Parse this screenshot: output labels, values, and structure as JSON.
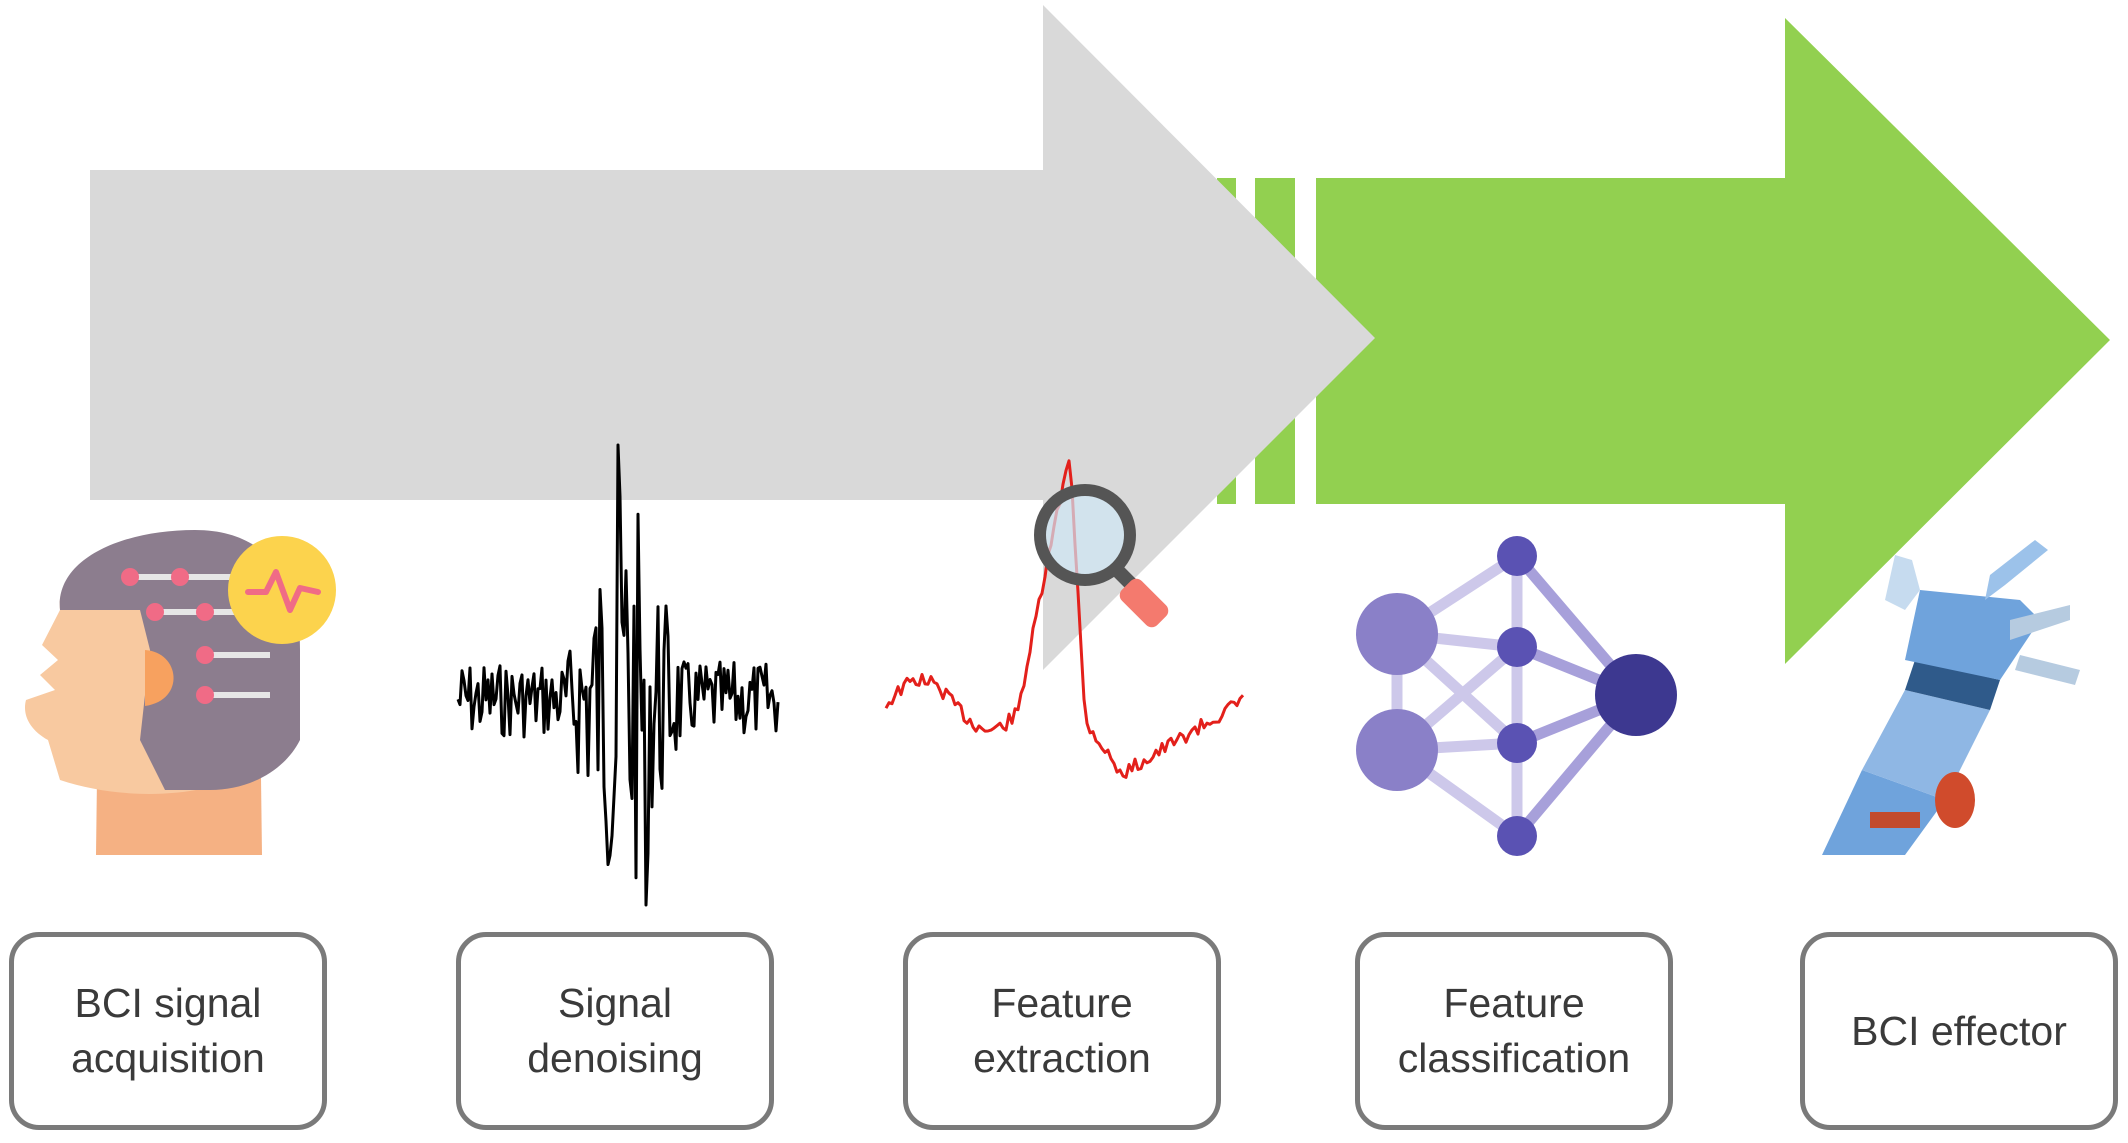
{
  "colors": {
    "gray_arrow": "#d9d9d9",
    "green_arrow": "#92d050",
    "box_border": "#7a7a7a",
    "label_text": "#3a3a3a",
    "raw_signal": "#000000",
    "extracted_signal": "#e3201b",
    "head_skin": "#f7c59f",
    "headset": "#8c7d8e",
    "electrode": "#f06b86",
    "badge": "#fcd34d",
    "network_node": "#8a80c8",
    "network_node_dark": "#3d3890",
    "robot_arm": "#6fa3dc"
  },
  "icons": {
    "acquisition": "brain-headset-icon",
    "denoising": "raw-signal-waveform-icon",
    "extraction": "magnifier-waveform-icon",
    "classification": "neural-network-icon",
    "effector": "robotic-hand-icon"
  },
  "stages": [
    {
      "label": "BCI signal\nacquisition"
    },
    {
      "label": "Signal\ndenoising"
    },
    {
      "label": "Feature\nextraction"
    },
    {
      "label": "Feature\nclassification"
    },
    {
      "label": "BCI effector"
    }
  ]
}
